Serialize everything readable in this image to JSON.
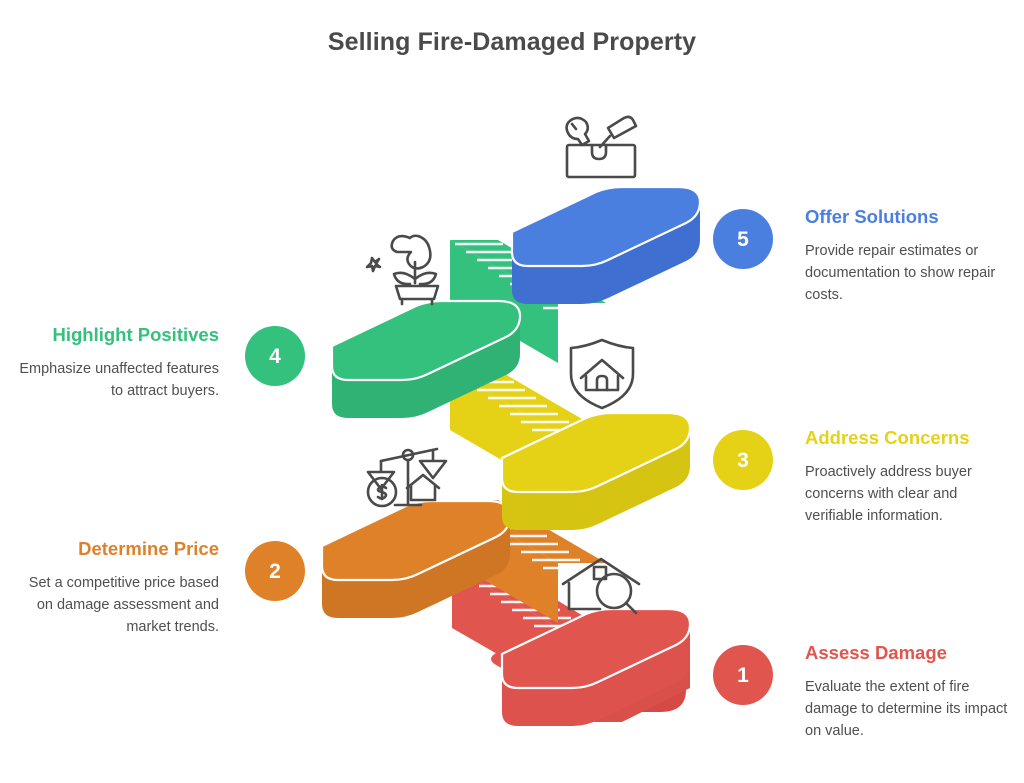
{
  "title": "Selling Fire-Damaged Property",
  "theme": {
    "title_color": "#4a4a4a",
    "body_text_color": "#4f4f4f",
    "background": "#ffffff",
    "icon_stroke": "#4a4a4a"
  },
  "steps": [
    {
      "number": "1",
      "title": "Assess Damage",
      "description": "Evaluate the extent of fire damage to determine its impact on value.",
      "color": "#e0564f",
      "side": "right"
    },
    {
      "number": "2",
      "title": "Determine Price",
      "description": "Set a competitive price based on damage assessment and market trends.",
      "color": "#df8129",
      "side": "left"
    },
    {
      "number": "3",
      "title": "Address Concerns",
      "description": "Proactively address buyer concerns with clear and verifiable information.",
      "color": "#e5d217",
      "side": "right"
    },
    {
      "number": "4",
      "title": "Highlight Positives",
      "description": "Emphasize unaffected features to attract buyers.",
      "color": "#33c17d",
      "side": "left"
    },
    {
      "number": "5",
      "title": "Offer Solutions",
      "description": "Provide repair estimates or documentation to show repair costs.",
      "color": "#4a7fe0",
      "side": "right"
    }
  ],
  "icons": [
    {
      "name": "toolbox-icon",
      "label": "toolbox with wrench and hammer"
    },
    {
      "name": "potted-plant-icon",
      "label": "potted plant with sparkle"
    },
    {
      "name": "shield-home-icon",
      "label": "shield with house"
    },
    {
      "name": "balance-scale-icon",
      "label": "scale weighing dollar and house"
    },
    {
      "name": "house-search-icon",
      "label": "house with magnifying glass"
    }
  ]
}
